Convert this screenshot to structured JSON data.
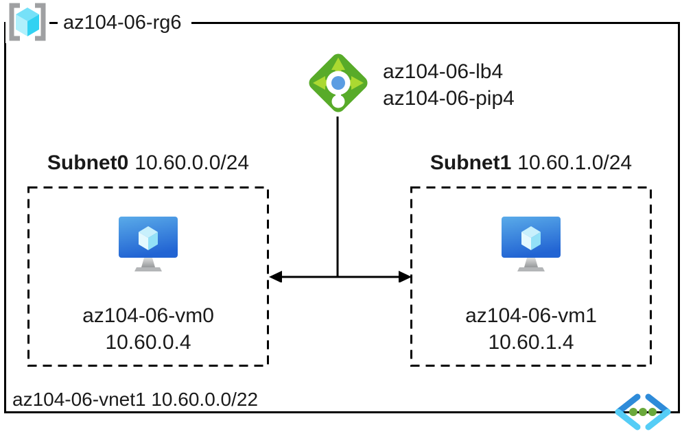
{
  "resource_group": {
    "label": "az104-06-rg6",
    "icon": "resource-group-icon"
  },
  "load_balancer": {
    "icon": "load-balancer-icon",
    "labels": [
      "az104-06-lb4",
      "az104-06-pip4"
    ]
  },
  "subnets": [
    {
      "name": "Subnet0",
      "cidr": "10.60.0.0/24",
      "vm": {
        "icon": "virtual-machine-icon",
        "name": "az104-06-vm0",
        "ip": "10.60.0.4"
      }
    },
    {
      "name": "Subnet1",
      "cidr": "10.60.1.0/24",
      "vm": {
        "icon": "virtual-machine-icon",
        "name": "az104-06-vm1",
        "ip": "10.60.1.4"
      }
    }
  ],
  "virtual_network": {
    "label": "az104-06-vnet1 10.60.0.0/22",
    "icon": "virtual-network-icon"
  },
  "colors": {
    "background": "#ffffff",
    "border": "#000000",
    "text": "#1a1a1a",
    "rg_bracket_gray": "#9fa0a2",
    "cube_cyan_light": "#b0f0fc",
    "cube_cyan": "#76e1f8",
    "cube_cyan_dark": "#32d2f2",
    "lb_diamond_green": "#58ab29",
    "lb_arrow_green": "#abd931",
    "lb_center_blue": "#5b9de2",
    "vm_screen_blue_top": "#5aabe9",
    "vm_screen_blue_bottom": "#2264d3",
    "vnet_chevron_dark_blue": "#2e8bd9",
    "vnet_chevron_light_blue": "#55cdf6",
    "vnet_dot_green": "#69a83b"
  }
}
